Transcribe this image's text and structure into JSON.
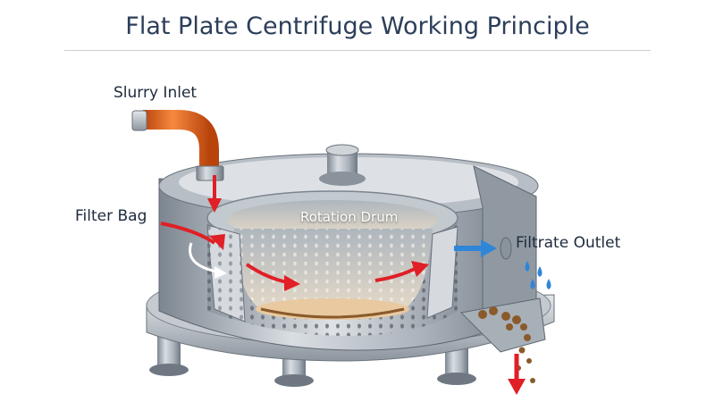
{
  "title": "Flat Plate Centrifuge Working Principle",
  "labels": {
    "slurry_inlet": "Slurry Inlet",
    "filter_bag": "Filter Bag",
    "rotation_drum": "Rotation Drum",
    "filtrate_outlet": "Filtrate Outlet"
  },
  "colors": {
    "title": "#2c3e5a",
    "steel": "#9aa3ad",
    "pipe": "#e0641c",
    "flow_arrow": "#e01f26",
    "filtrate_arrow": "#2f86d8",
    "solids": "#8a5a2b"
  }
}
